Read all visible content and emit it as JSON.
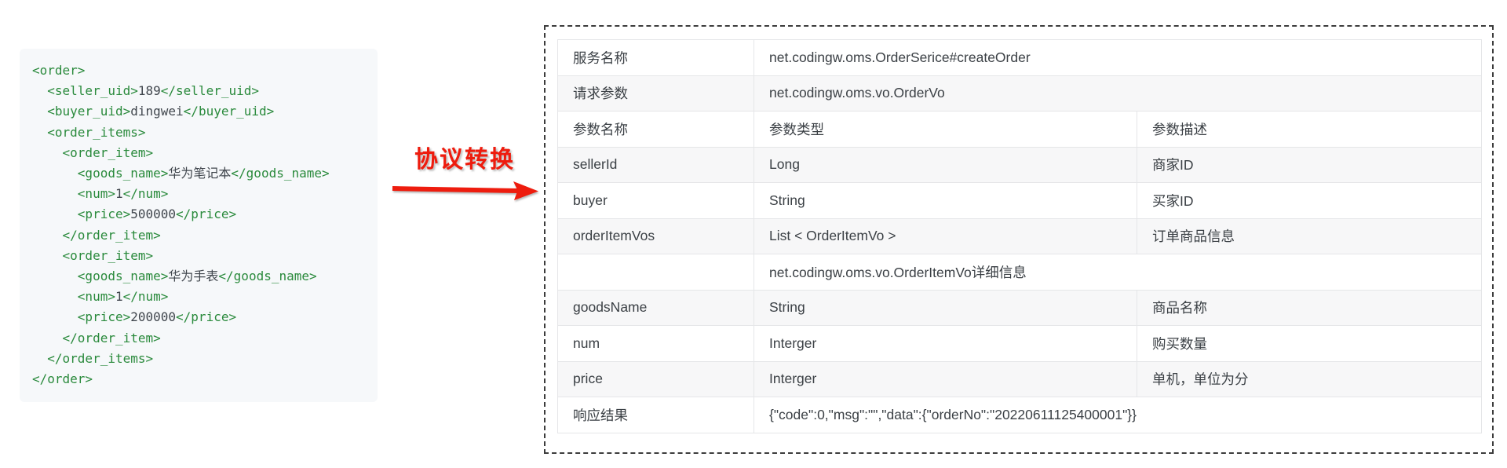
{
  "code_panel": {
    "language": "xml",
    "lines": [
      "<order>",
      "  <seller_uid>189</seller_uid>",
      "  <buyer_uid>dingwei</buyer_uid>",
      "  <order_items>",
      "    <order_item>",
      "      <goods_name>华为笔记本</goods_name>",
      "      <num>1</num>",
      "      <price>500000</price>",
      "    </order_item>",
      "    <order_item>",
      "      <goods_name>华为手表</goods_name>",
      "      <num>1</num>",
      "      <price>200000</price>",
      "    </order_item>",
      "  </order_items>",
      "</order>"
    ]
  },
  "arrow": {
    "label": "协议转换"
  },
  "api_table": {
    "rows": [
      {
        "shaded": false,
        "cells": [
          {
            "text": "服务名称",
            "span": 1
          },
          {
            "text": "net.codingw.oms.OrderSerice#createOrder",
            "span": 2
          }
        ]
      },
      {
        "shaded": true,
        "cells": [
          {
            "text": "请求参数",
            "span": 1
          },
          {
            "text": "net.codingw.oms.vo.OrderVo",
            "span": 2
          }
        ]
      },
      {
        "shaded": false,
        "cells": [
          {
            "text": "参数名称",
            "span": 1
          },
          {
            "text": "参数类型",
            "span": 1
          },
          {
            "text": "参数描述",
            "span": 1
          }
        ]
      },
      {
        "shaded": true,
        "cells": [
          {
            "text": "sellerId",
            "span": 1
          },
          {
            "text": "Long",
            "span": 1
          },
          {
            "text": "商家ID",
            "span": 1
          }
        ]
      },
      {
        "shaded": false,
        "cells": [
          {
            "text": "buyer",
            "span": 1
          },
          {
            "text": "String",
            "span": 1
          },
          {
            "text": "买家ID",
            "span": 1
          }
        ]
      },
      {
        "shaded": true,
        "cells": [
          {
            "text": "orderItemVos",
            "span": 1
          },
          {
            "text": "List < OrderItemVo >",
            "span": 1
          },
          {
            "text": "订单商品信息",
            "span": 1
          }
        ]
      },
      {
        "shaded": false,
        "cells": [
          {
            "text": "",
            "span": 1
          },
          {
            "text": "net.codingw.oms.vo.OrderItemVo详细信息",
            "span": 2
          }
        ]
      },
      {
        "shaded": true,
        "cells": [
          {
            "text": "goodsName",
            "span": 1
          },
          {
            "text": "String",
            "span": 1
          },
          {
            "text": "商品名称",
            "span": 1
          }
        ]
      },
      {
        "shaded": false,
        "cells": [
          {
            "text": "num",
            "span": 1
          },
          {
            "text": "Interger",
            "span": 1
          },
          {
            "text": "购买数量",
            "span": 1
          }
        ]
      },
      {
        "shaded": true,
        "cells": [
          {
            "text": "price",
            "span": 1
          },
          {
            "text": "Interger",
            "span": 1
          },
          {
            "text": "单机，单位为分",
            "span": 1
          }
        ]
      },
      {
        "shaded": false,
        "cells": [
          {
            "text": "响应结果",
            "span": 1
          },
          {
            "text": "{\"code\":0,\"msg\":\"\",\"data\":{\"orderNo\":\"20220611125400001\"}}",
            "span": 2
          }
        ]
      }
    ]
  },
  "colors": {
    "xml_tag_green": "#2a8a3c",
    "xml_value_gray": "#40464d",
    "arrow_red": "#ee1c0e",
    "code_background": "#f6f8fa",
    "shaded_row": "#f7f7f8"
  }
}
